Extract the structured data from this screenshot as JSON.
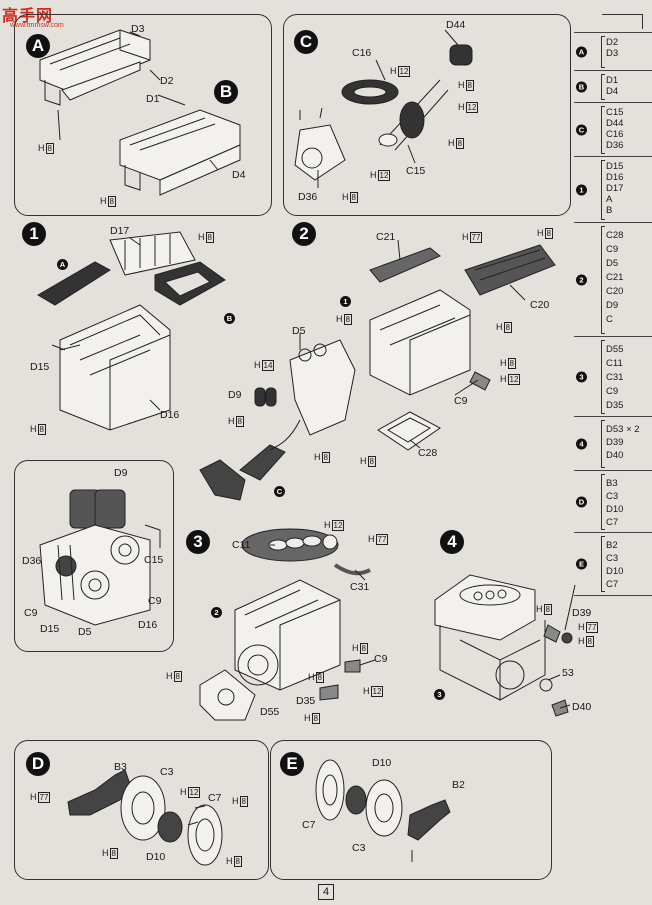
{
  "watermark": {
    "name": "高手网",
    "url": "www.tmmsw.com"
  },
  "page_number": "4",
  "panels": {
    "A": {
      "step": "A",
      "labels": {
        "d3": "D3",
        "d2": "D2",
        "h8": "H",
        "h8n": "8"
      }
    },
    "B": {
      "step": "B",
      "labels": {
        "d1": "D1",
        "d4": "D4",
        "h8": "H",
        "h8n": "8"
      }
    },
    "C": {
      "step": "C",
      "labels": {
        "d44": "D44",
        "c16": "C16",
        "c15": "C15",
        "d36": "D36",
        "h12": "H",
        "h12n": "12",
        "h8": "H",
        "h8n": "8"
      }
    },
    "s1": {
      "step": "1",
      "labels": {
        "d17": "D17",
        "d15": "D15",
        "d16": "D16",
        "h8": "H",
        "h8n": "8",
        "refA": "A",
        "refB": "B"
      }
    },
    "s2": {
      "step": "2",
      "labels": {
        "c21": "C21",
        "c20": "C20",
        "d5": "D5",
        "d9": "D9",
        "c9": "C9",
        "c28": "C28",
        "h77": "H",
        "h77n": "77",
        "h14": "H",
        "h14n": "14",
        "h8": "H",
        "h8n": "8",
        "h12": "H",
        "h12n": "12",
        "ref1": "1",
        "refC": "C"
      }
    },
    "ov": {
      "labels": {
        "d9": "D9",
        "d36": "D36",
        "c15": "C15",
        "c9a": "C9",
        "c9b": "C9",
        "d15": "D15",
        "d5": "D5",
        "d16": "D16"
      }
    },
    "s3": {
      "step": "3",
      "labels": {
        "c11": "C11",
        "c31": "C31",
        "c9": "C9",
        "d35": "D35",
        "d55": "D55",
        "h12": "H",
        "h12n": "12",
        "h77": "H",
        "h77n": "77",
        "h8": "H",
        "h8n": "8",
        "ref2": "2"
      }
    },
    "s4": {
      "step": "4",
      "labels": {
        "d39": "D39",
        "n53": "53",
        "d40": "D40",
        "h8": "H",
        "h8n": "8",
        "h77": "H",
        "h77n": "77",
        "ref3": "3"
      }
    },
    "D": {
      "step": "D",
      "labels": {
        "b3": "B3",
        "c3": "C3",
        "c7": "C7",
        "d10": "D10",
        "h77": "H",
        "h77n": "77",
        "h8": "H",
        "h8n": "8",
        "h12": "H",
        "h12n": "12"
      }
    },
    "E": {
      "step": "E",
      "labels": {
        "d10": "D10",
        "b2": "B2",
        "c7": "C7",
        "c3": "C3"
      }
    }
  },
  "sidebar": [
    {
      "key": "A",
      "parts": [
        "D2",
        "D3"
      ]
    },
    {
      "key": "B",
      "parts": [
        "D1",
        "D4"
      ]
    },
    {
      "key": "C",
      "parts": [
        "C15",
        "D44",
        "C16",
        "D36"
      ]
    },
    {
      "key": "1",
      "parts": [
        "D15",
        "D16",
        "D17",
        "A",
        "B"
      ]
    },
    {
      "key": "2",
      "parts": [
        "C28",
        "C9",
        "D5",
        "C21",
        "C20",
        "D9",
        "C"
      ]
    },
    {
      "key": "3",
      "parts": [
        "D55",
        "C11",
        "C31",
        "C9",
        "D35"
      ]
    },
    {
      "key": "4",
      "parts": [
        "D53 × 2",
        "D39",
        "D40"
      ]
    },
    {
      "key": "D",
      "parts": [
        "B3",
        "C3",
        "D10",
        "C7"
      ]
    },
    {
      "key": "E",
      "parts": [
        "B2",
        "C3",
        "D10",
        "C7"
      ]
    }
  ]
}
